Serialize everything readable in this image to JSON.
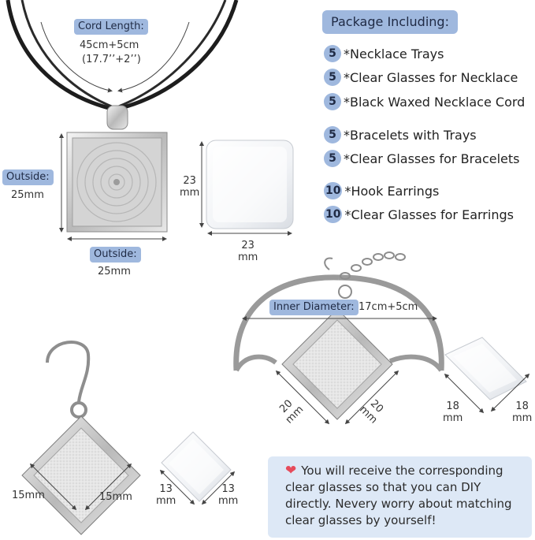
{
  "package": {
    "title": "Package Including:",
    "items": [
      {
        "qty": "5",
        "text": "*Necklace Trays"
      },
      {
        "qty": "5",
        "text": "*Clear Glasses for Necklace"
      },
      {
        "qty": "5",
        "text": "*Black Waxed Necklace Cord"
      },
      {
        "qty": "5",
        "text": "*Bracelets with Trays"
      },
      {
        "qty": "5",
        "text": "*Clear Glasses for Bracelets"
      },
      {
        "qty": "10",
        "text": "*Hook Earrings"
      },
      {
        "qty": "10",
        "text": "*Clear Glasses for Earrings"
      }
    ]
  },
  "necklace": {
    "cord_label": "Cord Length:",
    "cord_value": "45cm+5cm",
    "cord_value_in": "(17.7’’+2’’)",
    "outside_label_left": "Outside:",
    "outside_value_left": "25mm",
    "outside_label_bottom": "Outside:",
    "outside_value_bottom": "25mm",
    "glass_h": "23\nmm",
    "glass_w": "23\nmm"
  },
  "bracelet": {
    "inner_label": "Inner Diameter:",
    "inner_value": "17cm+5cm",
    "tray_left": "20\nmm",
    "tray_right": "20\nmm",
    "glass_left": "18\nmm",
    "glass_right": "18\nmm"
  },
  "earring": {
    "tray_left": "15mm",
    "tray_right": "15mm",
    "glass_left": "13\nmm",
    "glass_right": "13\nmm"
  },
  "note": {
    "text": "You will receive the corresponding clear glasses so that you can DIY directly. Nevery worry about matching clear glasses by yourself!"
  },
  "colors": {
    "accent": "#9fb8de",
    "note_bg": "#dde8f6",
    "heart": "#e64b5b"
  }
}
